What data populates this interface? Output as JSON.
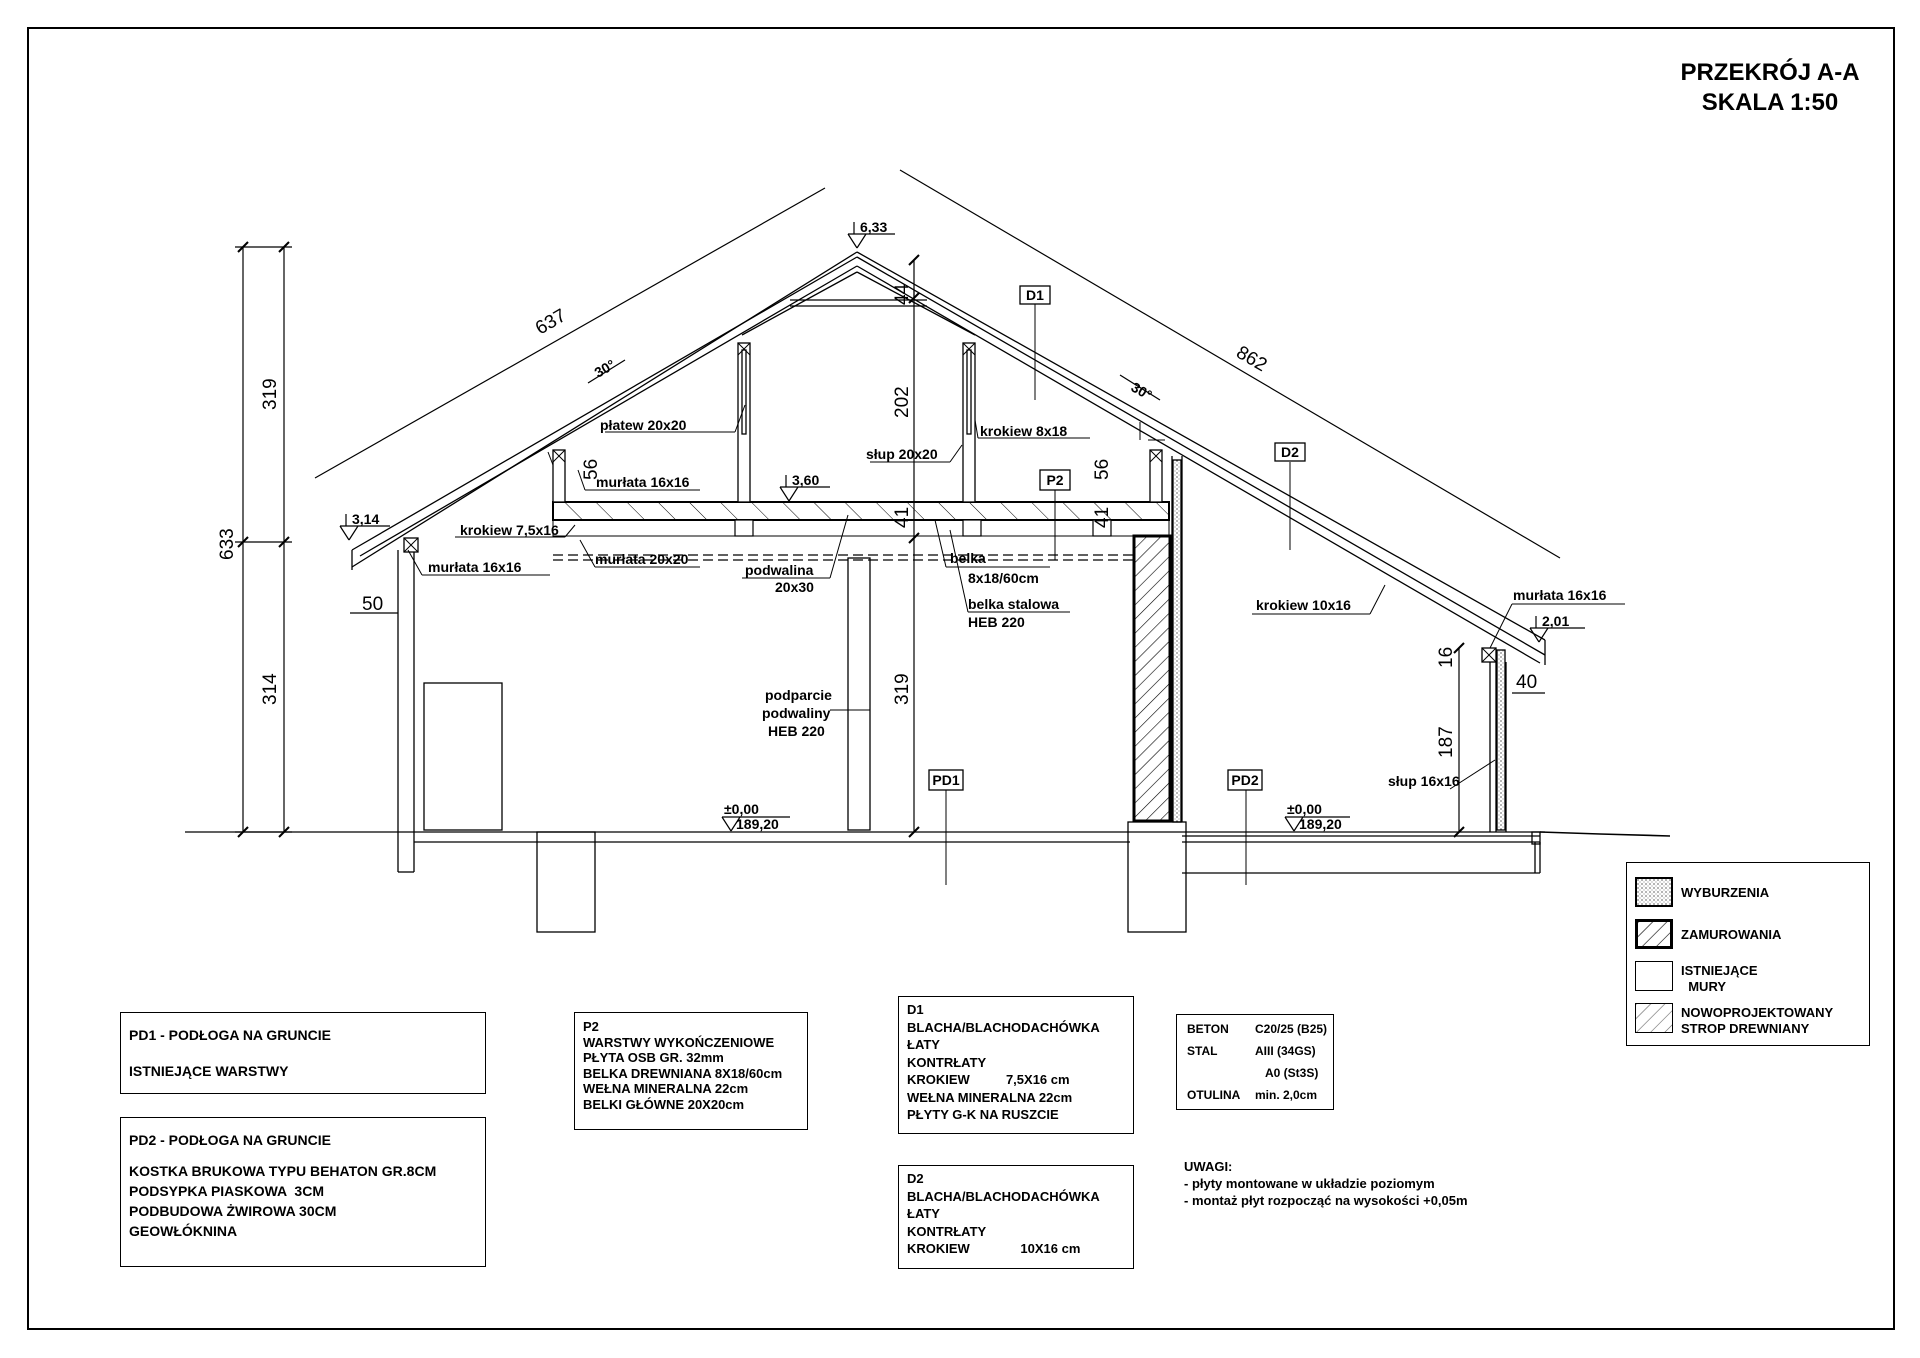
{
  "title": {
    "line1": "PRZEKRÓJ A-A",
    "line2": "SKALA 1:50"
  },
  "drawing_labels": {
    "platew": "płatew 20x20",
    "murlata_1": "murłata 16x16",
    "slup_1": "słup 20x20",
    "krokiew_8x18": "krokiew 8x18",
    "krokiew_75x16": "krokiew 7,5x16",
    "murlata_2": "murłata 16x16",
    "murlata_20x20": "murłata 20x20",
    "podwalina": "podwalina",
    "podwalina_size": "20x30",
    "belka": "belka",
    "belka_size": "8x18/60cm",
    "belka_stalowa": "belka stalowa",
    "belka_stalowa_size": "HEB 220",
    "krokiew_10x16": "krokiew 10x16",
    "murlata_3": "murłata 16x16",
    "podparcie_1": "podparcie",
    "podparcie_2": "podwaliny",
    "podparcie_3": "HEB 220",
    "slup_16x16": "słup 16x16",
    "angle_left": "30°",
    "angle_right": "30°"
  },
  "levels": {
    "ridge": "6,33",
    "eave_left": "3,14",
    "ceiling": "3,60",
    "eave_right": "2,01",
    "floor_left": "±0,00",
    "floor_left_abs": "189,20",
    "floor_right": "±0,00",
    "floor_right_abs": "189,20"
  },
  "dimensions": {
    "d637": "637",
    "d862": "862",
    "d319_top": "319",
    "d633": "633",
    "d314": "314",
    "d44": "44",
    "d202": "202",
    "d56_left": "56",
    "d56_right": "56",
    "d41_left": "41",
    "d41_right": "41",
    "d319_mid": "319",
    "d50": "50",
    "d16": "16",
    "d187": "187",
    "d40": "40"
  },
  "tags": {
    "d1": "D1",
    "d2": "D2",
    "p2": "P2",
    "pd1": "PD1",
    "pd2": "PD2"
  },
  "pd1_box": {
    "title": "PD1 - PODŁOGA NA GRUNCIE",
    "layers": "ISTNIEJĄCE WARSTWY"
  },
  "pd2_box": {
    "title": "PD2 - PODŁOGA NA GRUNCIE",
    "l1": "KOSTKA BRUKOWA TYPU BEHATON GR.8CM",
    "l2": "PODSYPKA PIASKOWA  3CM",
    "l3": "PODBUDOWA ŻWIROWA 30CM",
    "l4": "GEOWŁÓKNINA"
  },
  "p2_box": {
    "title": "P2",
    "l1": "WARSTWY WYKOŃCZENIOWE",
    "l2": "PŁYTA OSB GR. 32mm",
    "l3": "BELKA DREWNIANA 8X18/60cm",
    "l4": "WEŁNA MINERALNA 22cm",
    "l5": "BELKI GŁÓWNE 20X20cm"
  },
  "d1_box": {
    "title": "D1",
    "l1": "BLACHA/BLACHODACHÓWKA",
    "l2": "ŁATY",
    "l3": "KONTRŁATY",
    "l4": "KROKIEW          7,5X16 cm",
    "l5": "WEŁNA MINERALNA 22cm",
    "l6": "PŁYTY G-K NA RUSZCIE"
  },
  "d2_box": {
    "title": "D2",
    "l1": "BLACHA/BLACHODACHÓWKA",
    "l2": "ŁATY",
    "l3": "KONTRŁATY",
    "l4": "KROKIEW              10X16 cm"
  },
  "materials_box": {
    "beton_k": "BETON",
    "beton_v": "C20/25 (B25)",
    "stal_k": "STAL",
    "stal_v1": "AIII (34GS)",
    "stal_v2": "A0 (St3S)",
    "otulina_k": "OTULINA",
    "otulina_v": "min. 2,0cm"
  },
  "notes": {
    "title": "UWAGI:",
    "n1": "- płyty montowane w układzie poziomym",
    "n2": "- montaż płyt rozpocząć na wysokości +0,05m"
  },
  "legend": {
    "wyburzenia": "WYBURZENIA",
    "zamurowania": "ZAMUROWANIA",
    "istniejace": "ISTNIEJĄCE\n  MURY",
    "nowoprojektowany": "NOWOPROJEKTOWANY\nSTROP DREWNIANY"
  }
}
